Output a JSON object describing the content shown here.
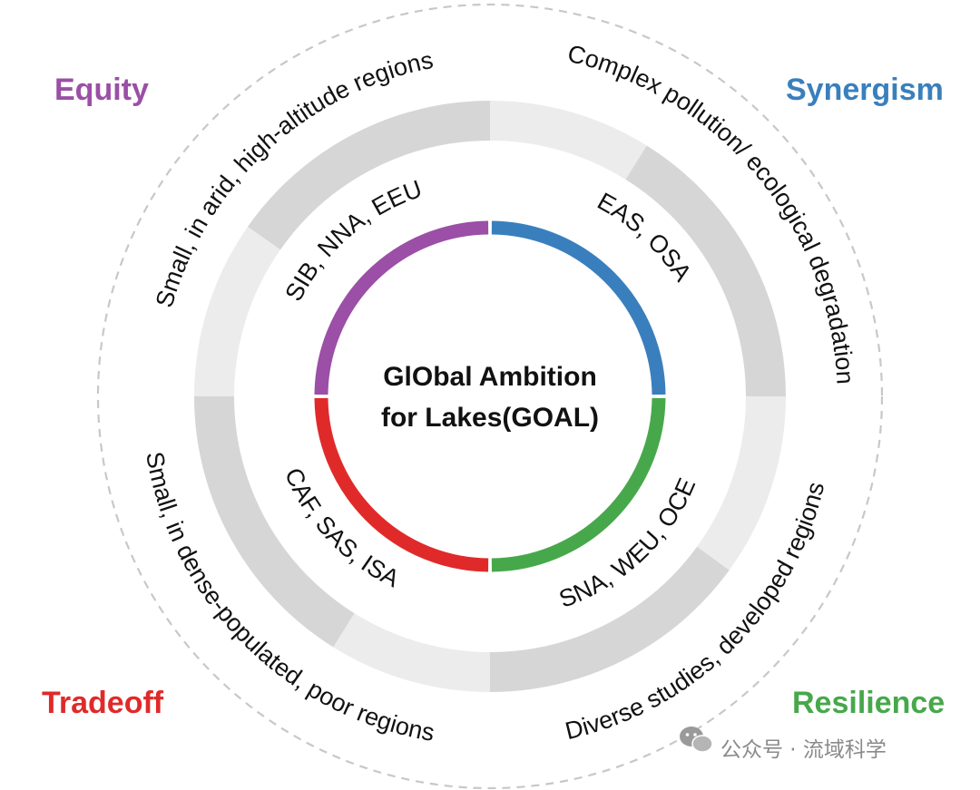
{
  "colors": {
    "equity": "#9b4fa6",
    "synergism": "#3a7fbd",
    "tradeoff": "#e02a2a",
    "resilience": "#47a84b",
    "ring_light": "#ececec",
    "ring_dark": "#d6d6d6",
    "dashed": "#c8c8c8",
    "watermark": "#8a8a8a"
  },
  "center": {
    "line1": "GlObal Ambition",
    "line2": "for Lakes(GOAL)"
  },
  "quadrants": {
    "equity": {
      "label": "Equity",
      "regions": "SIB, NNA, EEU",
      "description": "Small, in arid, high-altitude regions"
    },
    "synergism": {
      "label": "Synergism",
      "regions": "EAS, OSA",
      "description": "Complex pollution/ ecological degradation"
    },
    "tradeoff": {
      "label": "Tradeoff",
      "regions": "CAF, SAS, ISA",
      "description": "Small, in dense-populated, poor regions"
    },
    "resilience": {
      "label": "Resilience",
      "regions": "SNA, WEU, OCE",
      "description": "Diverse studies, developed regions"
    }
  },
  "watermark": {
    "icon": "wechat-icon",
    "text": "公众号 · 流域科学"
  }
}
